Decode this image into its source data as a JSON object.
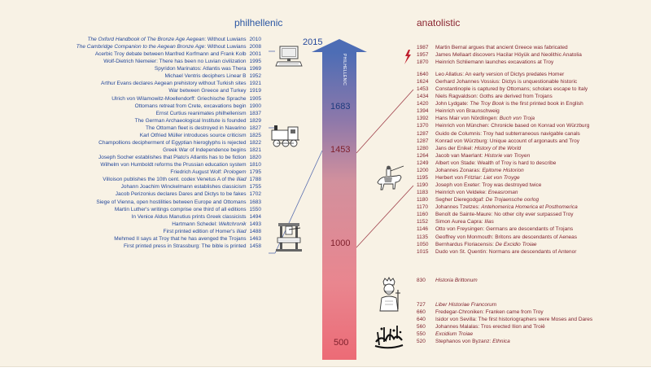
{
  "headers": {
    "left": "philhellenic",
    "right": "anatolistic"
  },
  "axis": {
    "top_year": "2015",
    "vertical_label": "PHILHELLENIC",
    "marks": [
      "1683",
      "1453",
      "1000",
      "500"
    ]
  },
  "left_entries": [
    {
      "html": "<i>The Oxford Handbook of The Bronze Age Aegean</i>: Without Luwians",
      "year": "2010"
    },
    {
      "html": "<i>The Cambridge Companion to the Aegean Bronze Age</i>: Without Luwians",
      "year": "2008"
    },
    {
      "html": "Acerbic Troy debate between Manfred Korfmann and Frank Kolb",
      "year": "2001"
    },
    {
      "html": "Wolf-Dietrich Niemeier: There has been no Luvian civilization",
      "year": "1995"
    },
    {
      "html": "Spyridon Marinatos: Atlantis was Thera",
      "year": "1969"
    },
    {
      "html": "Michael Ventris deciphers Linear B",
      "year": "1952"
    },
    {
      "html": "Arthur Evans declares Aegean prehistory without Turkish sites",
      "year": "1921"
    },
    {
      "html": "War between Greece and Turkey",
      "year": "1919"
    },
    {
      "html": "Ulrich von Wilamowitz-Moellendorff: Griechische Sprache",
      "year": "1905"
    },
    {
      "html": "Ottomans retreat from Crete, excavations begin",
      "year": "1900"
    },
    {
      "html": "Ernst Curtius reanimates philhellenism",
      "year": "1837"
    },
    {
      "html": "The German Archaeological Institute is founded",
      "year": "1829"
    },
    {
      "html": "The Ottoman fleet is destroyed in Navarino",
      "year": "1827"
    },
    {
      "html": "Karl Otfried Müller introduces source criticism",
      "year": "1825"
    },
    {
      "html": "Champollions decipherment of Egyptian hieroglyphs is rejected",
      "year": "1822"
    },
    {
      "html": "Greek War of Independence begins",
      "year": "1821"
    },
    {
      "html": "Joseph Socher establishes that Plato's Atlantis has to be fiction",
      "year": "1820"
    },
    {
      "html": "Wilhelm von Humboldt reforms the Prussian education system",
      "year": "1810"
    },
    {
      "html": "Friedrich August Wolf: <i>Prologem</i>",
      "year": "1795"
    },
    {
      "html": "Villoison publishes the 10th cent. codex Venetus A of the <i>Iliad</i>",
      "year": "1788"
    },
    {
      "html": "Johann Joachim Winckelmann establishes classicism",
      "year": "1755"
    },
    {
      "html": "Jacob Perizonius declares Dares and Dictys to be fakes",
      "year": "1702"
    },
    {
      "html": "Siege of Vienna, open hostilities between Europe and Ottomans",
      "year": "1683"
    },
    {
      "html": "Martin Luther's writings comprise one third of all editions",
      "year": "1550"
    },
    {
      "html": "In Venice Aldus Manutius prints Greek classicists",
      "year": "1494"
    },
    {
      "html": "Hartmann Schedel: <i>Weltchronik</i>",
      "year": "1493"
    },
    {
      "html": "First printed edition of Homer's <i>Iliad</i>",
      "year": "1488"
    },
    {
      "html": "Mehmed II says at Troy that he has avenged the Trojans",
      "year": "1463"
    },
    {
      "html": "First printed press in Strassburg: The bible is printed",
      "year": "1458"
    }
  ],
  "right_entries": [
    {
      "year": "1987",
      "html": "Martin Bernal argues that ancient Greece was fabricated"
    },
    {
      "year": "1957",
      "html": "James Mellaart discovers Hacilar Höyük and Neolithic Anatolia"
    },
    {
      "year": "1870",
      "html": "Heinrich Schliemann launches excavations at Troy"
    },
    {
      "year": "1640",
      "html": "Leo Allatius: An early version of Dictys predates Homer"
    },
    {
      "year": "1624",
      "html": "Gerhard Johannes Vossius: Dictys is unquestionable historic"
    },
    {
      "year": "1453",
      "html": "Constantinople is captured by Ottomans; scholars escape to Italy"
    },
    {
      "year": "1434",
      "html": "Niels Ragvaldson: Goths are derived from Trojans"
    },
    {
      "year": "1420",
      "html": "John Lydgate: <i>The Troy Book</i> is the first printed book in English"
    },
    {
      "year": "1394",
      "html": "Heinrich von Braunschweig"
    },
    {
      "year": "1392",
      "html": "Hans Mair von Nördlingen: <i>Buch von Troja</i>"
    },
    {
      "year": "1370",
      "html": "Heinrich von München: Chronicle based on Konrad von Würzburg"
    },
    {
      "year": "1287",
      "html": "Guido de Columnis: Troy had subterraneous navigable canals"
    },
    {
      "year": "1287",
      "html": "Konrad von Würzburg: Unique account of argonauts and Troy"
    },
    {
      "year": "1280",
      "html": "Jans der Enikel: <i>History of the World</i>"
    },
    {
      "year": "1264",
      "html": "Jacob van Maerlant: <i>Historie van Troyen</i>"
    },
    {
      "year": "1249",
      "html": "Albert von Stade: Wealth of Troy is hard to describe"
    },
    {
      "year": "1200",
      "html": "Johannes Zonaras: <i>Epitome Historion</i>"
    },
    {
      "year": "1195",
      "html": "Herbert von Fritzlar: <i>Liet von Troyge</i>"
    },
    {
      "year": "1190",
      "html": "Joseph von Exeter: Troy was destroyed twice"
    },
    {
      "year": "1183",
      "html": "Heinrich von Veldeke: <i>Eneasroman</i>"
    },
    {
      "year": "1180",
      "html": "Segher Dieregodgaf: <i>De Trojaensche oorlog</i>"
    },
    {
      "year": "1170",
      "html": "Johannes Tzetzes: <i>Antehomerica Homerica et Posthomerica</i>"
    },
    {
      "year": "1160",
      "html": "Benoît de Sainte-Maure: No other city ever surpassed Troy"
    },
    {
      "year": "1152",
      "html": "Simon Aurea Capra: <i>Ilias</i>"
    },
    {
      "year": "1146",
      "html": "Otto von Freysingen: Germans are descendants of Trojans"
    },
    {
      "year": "1135",
      "html": "Geoffrey von Monmouth: Britons are descendants of Aeneas"
    },
    {
      "year": "1050",
      "html": "Bernhardus Floriacensis: <i>De Excidio Troiae</i>"
    },
    {
      "year": "1015",
      "html": "Dudo von St. Quentin: Normans are descendants of Antenor"
    },
    {
      "year": "830",
      "html": "<i>Historia Brittonum</i>"
    },
    {
      "year": "727",
      "html": "<i>Liber Historiae Francorum</i>"
    },
    {
      "year": "660",
      "html": "Fredegar-Chroniken: Franken came from Troy"
    },
    {
      "year": "640",
      "html": "Isidor von Sevilla: The first historiographers were Moses and Dares"
    },
    {
      "year": "560",
      "html": "Johannes Malalas: Tros erected Ilion and Troiê"
    },
    {
      "year": "550",
      "html": "<i>Excidium Troiae</i>"
    },
    {
      "year": "520",
      "html": "Stephanos von Byzanz: <i>Ethnica</i>"
    }
  ],
  "pictures": {
    "computer": "computer-icon",
    "locomotive": "steam-locomotive-icon",
    "press": "printing-press-icon",
    "knight": "knight-on-horse-icon",
    "emperor": "charlemagne-icon",
    "calligraphy": "arabic-calligraphy-icon",
    "lightning": "lightning-icon"
  },
  "colors": {
    "left_text": "#23479a",
    "right_text": "#7e1f2b",
    "arrow_top": "#4d6db5",
    "arrow_bottom": "#e7707a",
    "panel_bg": "#f8f2e5"
  }
}
